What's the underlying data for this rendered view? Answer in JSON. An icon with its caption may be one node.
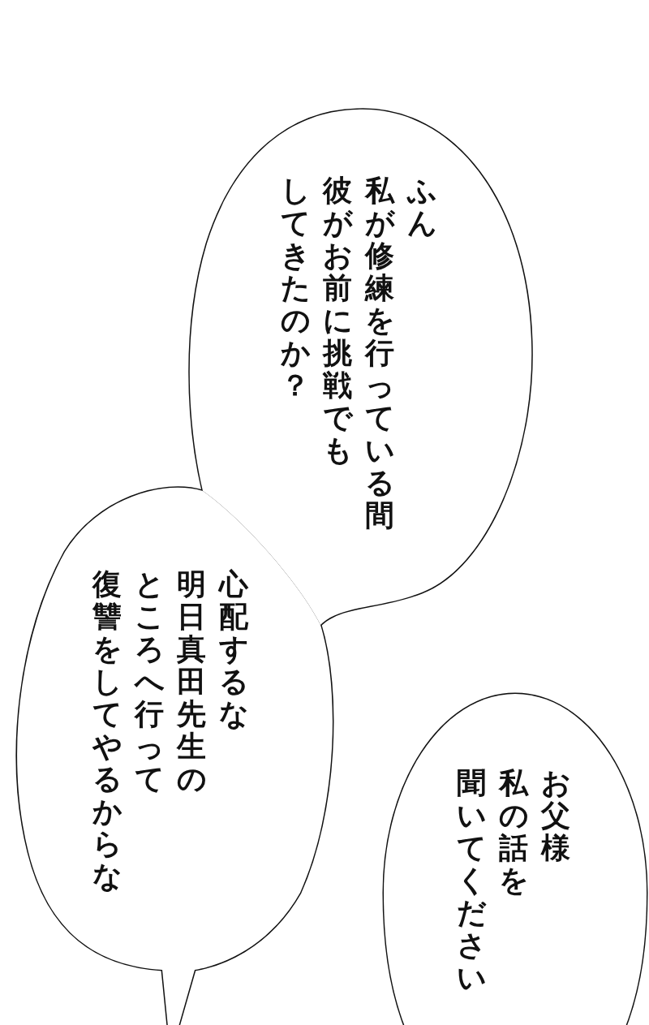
{
  "diagram": {
    "nodes": [
      {
        "text": [
          "ふん私が修練を行っている間彼がお前に挑戦でもしてきたのか？"
        ]
      },
      {
        "text": [
          "心配するな明日真田先生のところへ行って復讐をしてやるからな"
        ]
      },
      {
        "text": [
          "お父様私の話を聞いてください"
        ]
      }
    ]
  }
}
